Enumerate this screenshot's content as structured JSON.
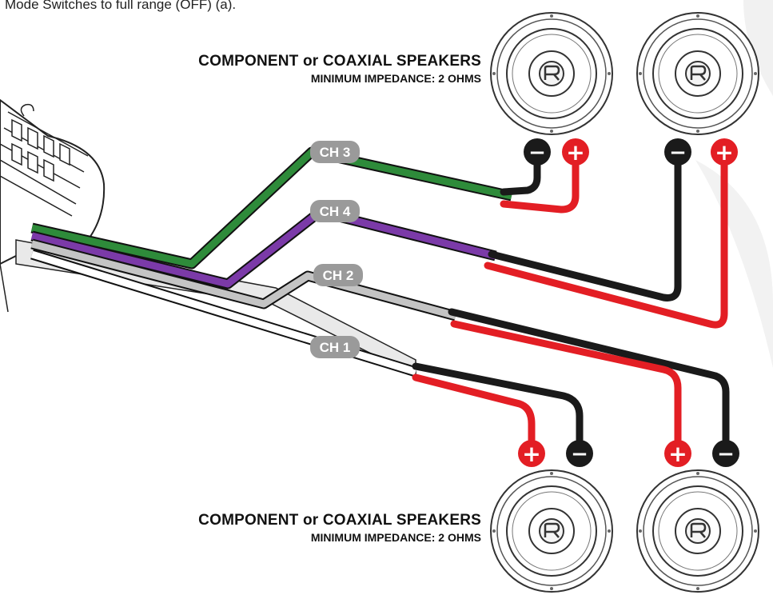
{
  "caption": "Mode Switches to full range (OFF) (a).",
  "top_speakers": {
    "title": "COMPONENT or COAXIAL SPEAKERS",
    "subtitle": "MINIMUM IMPEDANCE: 2 OHMS"
  },
  "bottom_speakers": {
    "title": "COMPONENT or COAXIAL SPEAKERS",
    "subtitle": "MINIMUM IMPEDANCE: 2 OHMS"
  },
  "channels": [
    {
      "label": "CH 3",
      "color": "#2e8b3a"
    },
    {
      "label": "CH 4",
      "color": "#7b3aa8"
    },
    {
      "label": "CH 2",
      "color": "#c4c4c4"
    },
    {
      "label": "CH 1",
      "color": "#ffffff"
    }
  ],
  "terminals": {
    "negative": "−",
    "positive": "+"
  },
  "colors": {
    "positive": "#e31e24",
    "negative": "#1a1a1a",
    "badge": "#9a9a9a"
  },
  "icons": [
    "amplifier-icon",
    "speaker-icon",
    "brand-logo-icon"
  ]
}
